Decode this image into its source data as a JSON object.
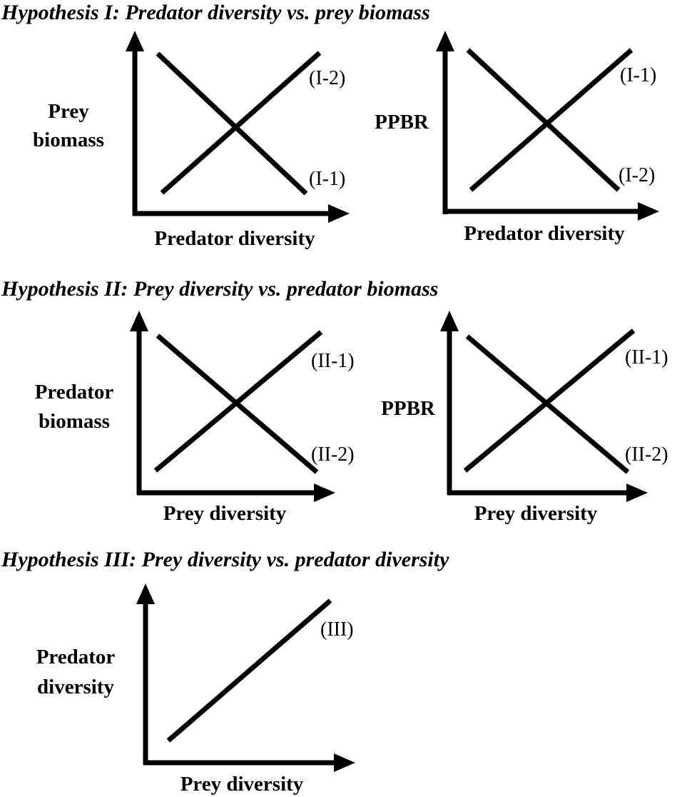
{
  "hypotheses": [
    {
      "title": "Hypothesis I: Predator diversity vs. prey biomass",
      "panels": [
        {
          "y_label": [
            "Prey",
            "biomass"
          ],
          "x_label": "Predator diversity",
          "lines": [
            {
              "label": "(I-2)",
              "trend": "increasing"
            },
            {
              "label": "(I-1)",
              "trend": "decreasing"
            }
          ]
        },
        {
          "y_label": [
            "PPBR"
          ],
          "x_label": "Predator diversity",
          "lines": [
            {
              "label": "(I-1)",
              "trend": "increasing"
            },
            {
              "label": "(I-2)",
              "trend": "decreasing"
            }
          ]
        }
      ]
    },
    {
      "title": "Hypothesis II: Prey diversity vs. predator biomass",
      "panels": [
        {
          "y_label": [
            "Predator",
            "biomass"
          ],
          "x_label": "Prey diversity",
          "lines": [
            {
              "label": "(II-1)",
              "trend": "increasing"
            },
            {
              "label": "(II-2)",
              "trend": "decreasing"
            }
          ]
        },
        {
          "y_label": [
            "PPBR"
          ],
          "x_label": "Prey diversity",
          "lines": [
            {
              "label": "(II-1)",
              "trend": "increasing"
            },
            {
              "label": "(II-2)",
              "trend": "decreasing"
            }
          ]
        }
      ]
    },
    {
      "title": "Hypothesis III: Prey diversity vs. predator diversity",
      "panels": [
        {
          "y_label": [
            "Predator",
            "diversity"
          ],
          "x_label": "Prey diversity",
          "lines": [
            {
              "label": "(III)",
              "trend": "increasing"
            }
          ]
        }
      ]
    }
  ]
}
